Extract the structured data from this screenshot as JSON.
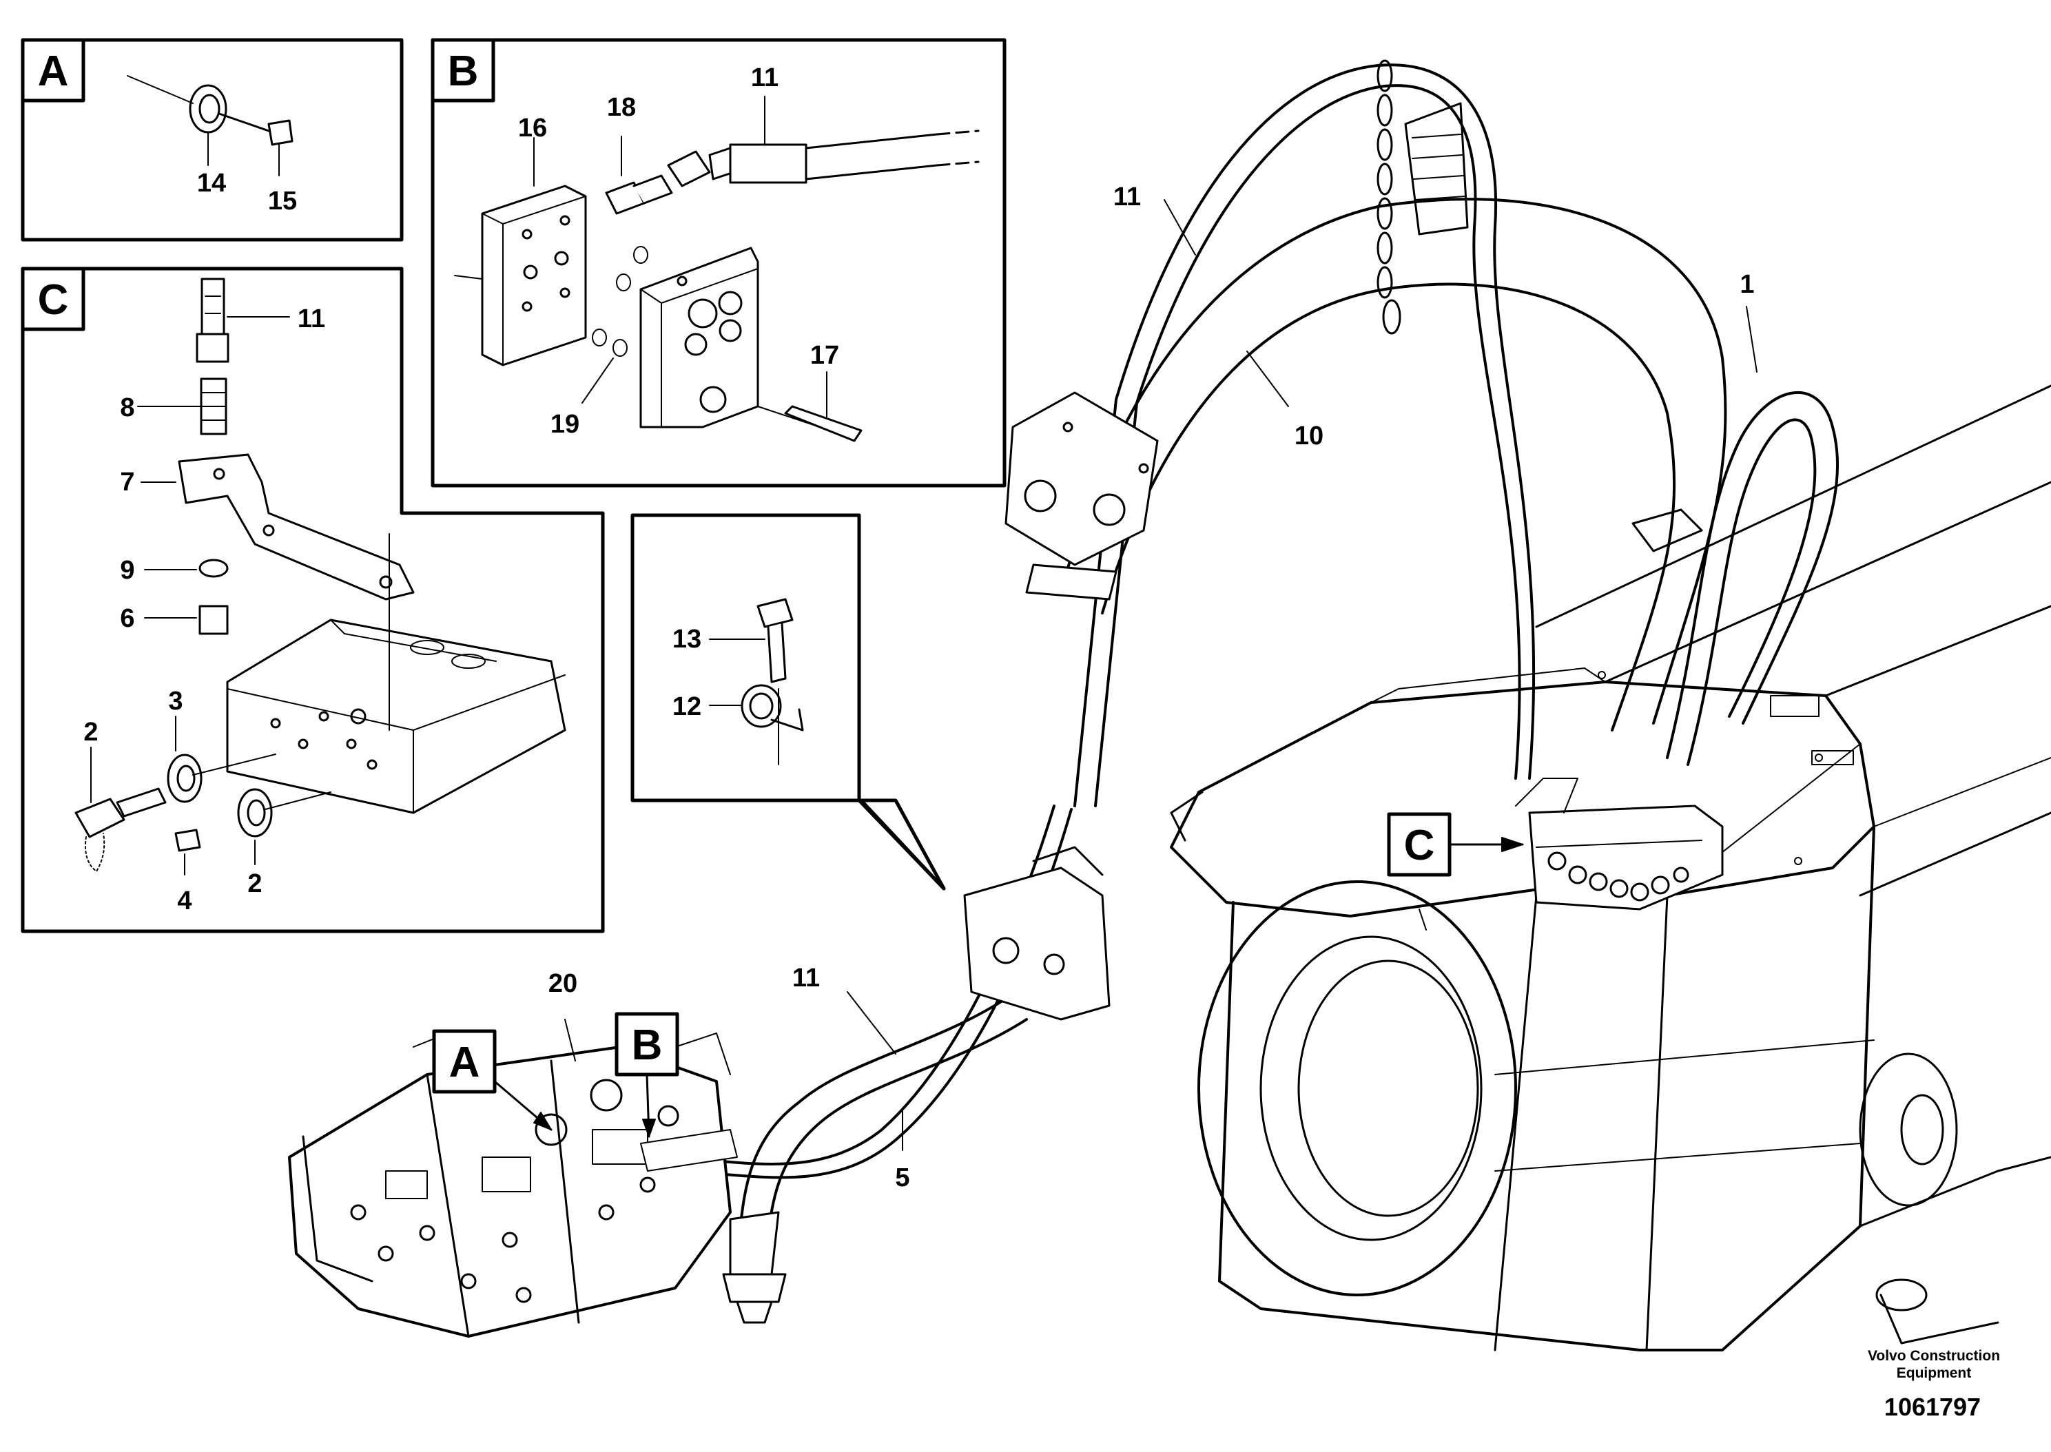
{
  "insets": {
    "A": {
      "tag": "A",
      "callouts": [
        {
          "id": "a14",
          "text": "14"
        },
        {
          "id": "a15",
          "text": "15"
        }
      ]
    },
    "B": {
      "tag": "B",
      "callouts": [
        {
          "id": "b16",
          "text": "16"
        },
        {
          "id": "b18",
          "text": "18"
        },
        {
          "id": "b11",
          "text": "11"
        },
        {
          "id": "b17",
          "text": "17"
        },
        {
          "id": "b19",
          "text": "19"
        }
      ]
    },
    "C": {
      "tag": "C",
      "callouts": [
        {
          "id": "c11",
          "text": "11"
        },
        {
          "id": "c8",
          "text": "8"
        },
        {
          "id": "c7",
          "text": "7"
        },
        {
          "id": "c9",
          "text": "9"
        },
        {
          "id": "c6",
          "text": "6"
        },
        {
          "id": "c3",
          "text": "3"
        },
        {
          "id": "c2a",
          "text": "2"
        },
        {
          "id": "c2b",
          "text": "2"
        },
        {
          "id": "c4",
          "text": "4"
        }
      ]
    },
    "detail": {
      "callouts": [
        {
          "id": "d13",
          "text": "13"
        },
        {
          "id": "d12",
          "text": "12"
        }
      ]
    }
  },
  "main": {
    "callouts": [
      {
        "id": "m11a",
        "text": "11"
      },
      {
        "id": "m10",
        "text": "10"
      },
      {
        "id": "m1",
        "text": "1"
      },
      {
        "id": "m11b",
        "text": "11"
      },
      {
        "id": "m5",
        "text": "5"
      },
      {
        "id": "m20",
        "text": "20"
      }
    ],
    "tags": {
      "A": "A",
      "B": "B",
      "C": "C"
    }
  },
  "footer": {
    "credit_line1": "Volvo Construction",
    "credit_line2": "Equipment",
    "doc_number": "1061797"
  }
}
